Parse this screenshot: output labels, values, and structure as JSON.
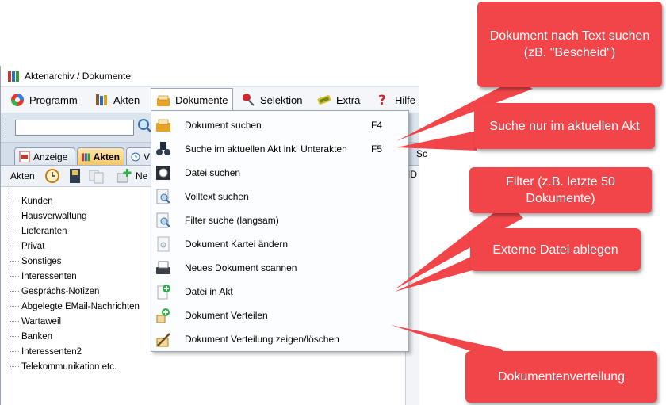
{
  "window": {
    "title": "Aktenarchiv / Dokumente"
  },
  "menu": [
    {
      "label": "Programm",
      "icon": "globe-icon"
    },
    {
      "label": "Akten",
      "icon": "binders-icon"
    },
    {
      "label": "Dokumente",
      "icon": "folder-icon",
      "active": true
    },
    {
      "label": "Selektion",
      "icon": "pushpin-icon"
    },
    {
      "label": "Extra",
      "icon": "tools-icon"
    },
    {
      "label": "Hilfe",
      "icon": "help-icon"
    }
  ],
  "tabs": [
    {
      "label": "Anzeige",
      "icon": "pdf-icon"
    },
    {
      "label": "Akten",
      "icon": "binders-icon",
      "selected": true
    },
    {
      "label": "V",
      "icon": "clock-icon"
    }
  ],
  "toolbar2": {
    "label": "Akten",
    "new_label": "Ne"
  },
  "right_pane": {
    "column_header": "ID",
    "button_label": "Sc"
  },
  "tree": [
    "Kunden",
    "Hausverwaltung",
    "Lieferanten",
    "Privat",
    "Sonstiges",
    "Interessenten",
    "Gesprächs-Notizen",
    "Abgelegte EMail-Nachrichten",
    "Wartaweil",
    "Banken",
    "Interessenten2",
    "Telekommunikation etc."
  ],
  "dropdown": [
    {
      "label": "Dokument suchen",
      "shortcut": "F4",
      "icon": "folder-search-icon"
    },
    {
      "label": "Suche im aktuellen Akt inkl Unterakten",
      "shortcut": "F5",
      "icon": "binoculars-icon"
    },
    {
      "label": "Datei suchen",
      "shortcut": "",
      "icon": "file-search-icon"
    },
    {
      "label": "Volltext suchen",
      "shortcut": "",
      "icon": "fulltext-icon"
    },
    {
      "label": "Filter suche (langsam)",
      "shortcut": "",
      "icon": "filter-icon"
    },
    {
      "label": "Dokument Kartei ändern",
      "shortcut": "",
      "icon": "card-icon"
    },
    {
      "label": "Neues Dokument scannen",
      "shortcut": "",
      "icon": "scanner-icon"
    },
    {
      "label": "Datei in Akt",
      "shortcut": "",
      "icon": "file-add-icon"
    },
    {
      "label": "Dokument Verteilen",
      "shortcut": "",
      "icon": "distribute-icon"
    },
    {
      "label": "Dokument Verteilung zeigen/löschen",
      "shortcut": "",
      "icon": "distribution-edit-icon"
    }
  ],
  "callouts": {
    "search_text": "Dokument nach Text suchen (zB. \"Bescheid\")",
    "current_akt": "Suche nur im aktuellen Akt",
    "filter": "Filter (z.B. letzte 50 Dokumente)",
    "external": "Externe Datei ablegen",
    "distribution": "Dokumentenverteilung"
  },
  "colors": {
    "callout": "#f2454a",
    "menubar": "#f4f6f9",
    "toolbar": "#dce4ee"
  }
}
